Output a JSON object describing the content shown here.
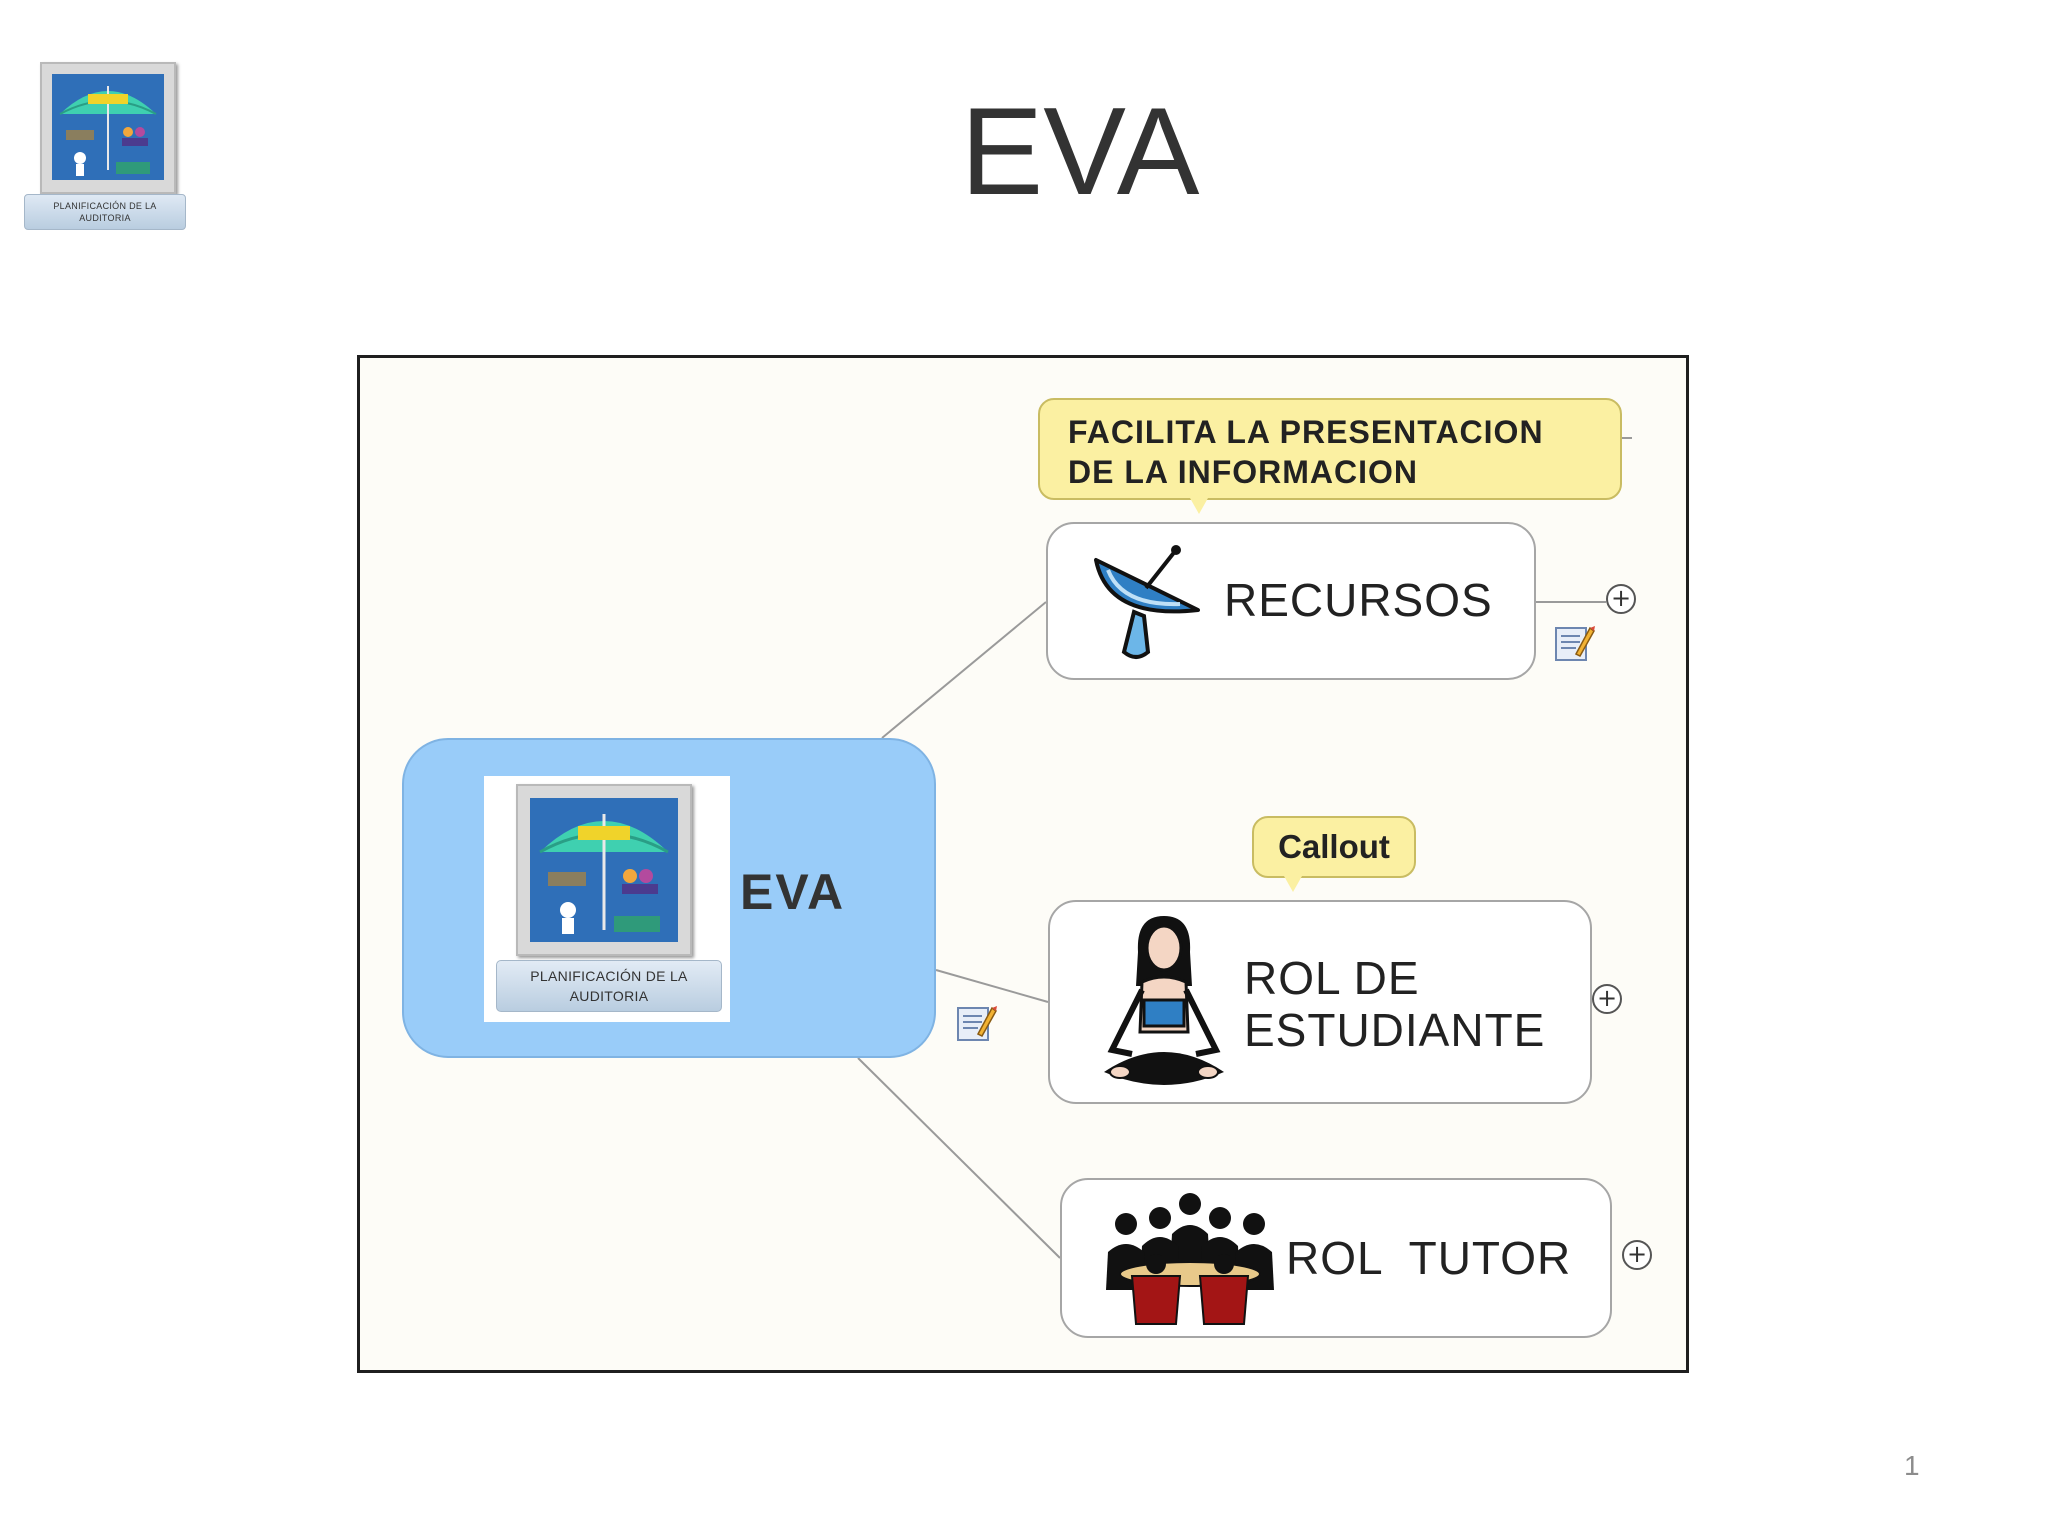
{
  "slide": {
    "title": "EVA",
    "page_number": "1",
    "logo": {
      "caption_line1": "PLANIFICACIÓN DE LA",
      "caption_line2": "AUDITORIA",
      "icon": "umbrella-planning-icon"
    }
  },
  "mindmap": {
    "central_topic": {
      "label": "EVA",
      "image_caption_line1": "PLANIFICACIÓN DE LA",
      "image_caption_line2": "AUDITORIA",
      "color": "#99ccf9"
    },
    "topics": [
      {
        "label_line1": "RECURSOS",
        "icon": "satellite-dish-icon",
        "expand": "+"
      },
      {
        "label_line1": "ROL DE",
        "label_line2": "ESTUDIANTE",
        "icon": "meditating-woman-icon",
        "expand": "+"
      },
      {
        "label_line1": "ROL  TUTOR",
        "icon": "meeting-group-icon",
        "expand": "+"
      }
    ],
    "callouts": [
      {
        "line1": "FACILITA LA PRESENTACION",
        "line2": "DE LA INFORMACION"
      },
      {
        "text": "Callout"
      }
    ],
    "callout_color": "#fbf0a2",
    "note_icon": "note-edit-icon"
  }
}
